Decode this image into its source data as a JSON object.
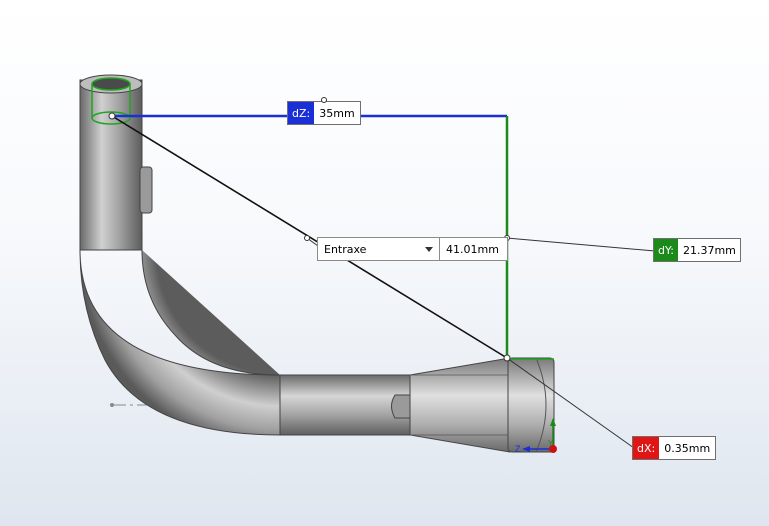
{
  "measurements": {
    "dz": {
      "tag": "dZ:",
      "value": "35mm",
      "color": "#1a2fd6"
    },
    "dy": {
      "tag": "dY:",
      "value": "21.37mm",
      "color": "#1a8a1a"
    },
    "dx": {
      "tag": "dX:",
      "value": "0.35mm",
      "color": "#e01515"
    },
    "entraxe": {
      "label": "Entraxe",
      "value": "41.01mm"
    }
  },
  "triad": {
    "z_label": "Z",
    "y_label": "Y"
  },
  "colors": {
    "model_dark": "#5f5f5f",
    "model_light": "#d2d2d2",
    "measure_black": "#111111",
    "centerline": "#888888"
  }
}
